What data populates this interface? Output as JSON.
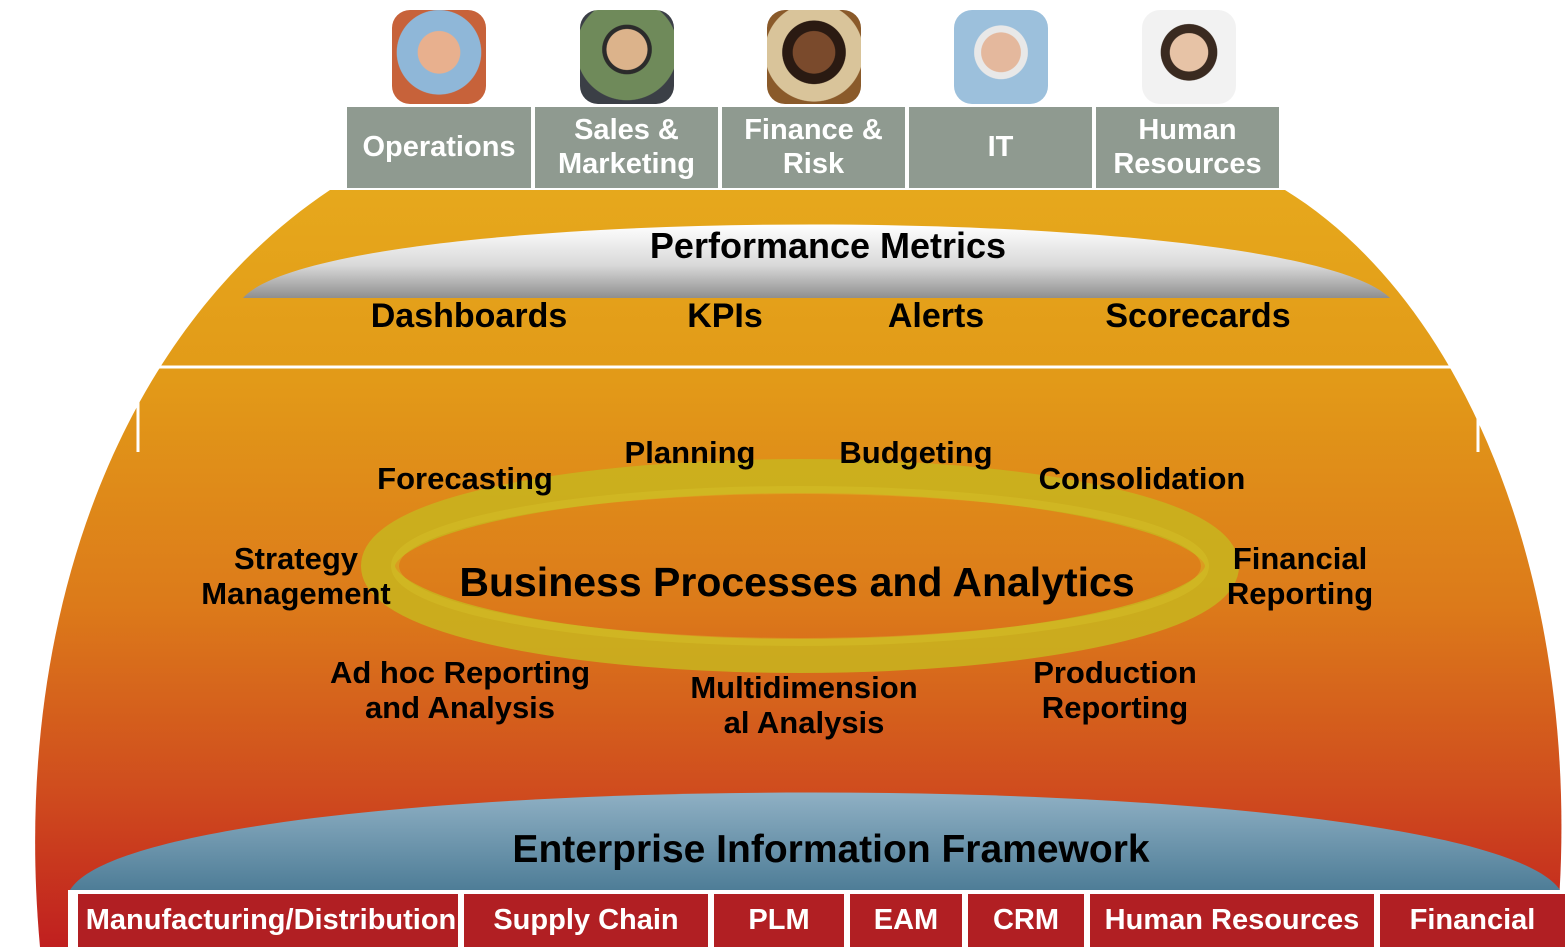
{
  "roles": [
    {
      "label": "Operations",
      "photo": "operations-person-photo"
    },
    {
      "label": "Sales &\nMarketing",
      "photo": "sales-person-photo"
    },
    {
      "label": "Finance &\nRisk",
      "photo": "finance-person-photo"
    },
    {
      "label": "IT",
      "photo": "it-person-photo"
    },
    {
      "label": "Human\nResources",
      "photo": "hr-person-photo"
    }
  ],
  "performance": {
    "title": "Performance Metrics",
    "items": [
      "Dashboards",
      "KPIs",
      "Alerts",
      "Scorecards"
    ]
  },
  "processes": {
    "center": "Business Processes and Analytics",
    "forecasting": "Forecasting",
    "planning": "Planning",
    "budgeting": "Budgeting",
    "consolidation": "Consolidation",
    "strategy": "Strategy\nManagement",
    "financial_reporting": "Financial\nReporting",
    "adhoc": "Ad hoc Reporting\nand Analysis",
    "multidimensional": "Multidimension\nal Analysis",
    "production": "Production\nReporting"
  },
  "framework": {
    "title": "Enterprise Information Framework"
  },
  "systems": [
    "Manufacturing/Distribution",
    "Supply Chain",
    "PLM",
    "EAM",
    "CRM",
    "Human Resources",
    "Financial"
  ],
  "colors": {
    "dome_top": "#e5a11a",
    "dome_bottom": "#c32820",
    "role_box": "#8f9a90",
    "system_box": "#b11f23",
    "framework_top": "#7f9fb5",
    "framework_bottom": "#4f7f99"
  }
}
